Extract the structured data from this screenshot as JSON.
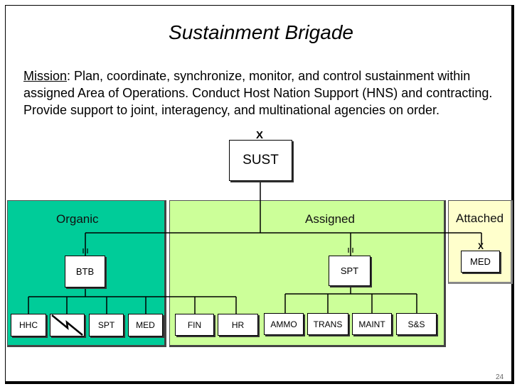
{
  "title": "Sustainment Brigade",
  "mission": {
    "label": "Mission",
    "text": ":  Plan, coordinate, synchronize, monitor, and control sustainment within assigned Area of Operations. Conduct Host Nation Support (HNS) and contracting.  Provide support to joint, interagency, and multinational agencies on order."
  },
  "hq": {
    "label": "SUST",
    "echelon": "X"
  },
  "panels": {
    "organic": "Organic",
    "assigned": "Assigned",
    "attached": "Attached"
  },
  "organic_hq": {
    "label": "BTB",
    "echelon": "II"
  },
  "assigned_hq": {
    "label": "SPT",
    "echelon": "II"
  },
  "attached_unit": {
    "label": "MED",
    "echelon": "X"
  },
  "btb_units": [
    "HHC",
    "",
    "SPT",
    "MED",
    "FIN",
    "HR"
  ],
  "spt_units": [
    "AMMO",
    "TRANS",
    "MAINT",
    "S&S"
  ],
  "signal_unit_icon": "signal-lightning-icon",
  "page_number": "24",
  "colors": {
    "organic": "#00cc99",
    "assigned": "#ccff99",
    "attached": "#ffffcc"
  }
}
